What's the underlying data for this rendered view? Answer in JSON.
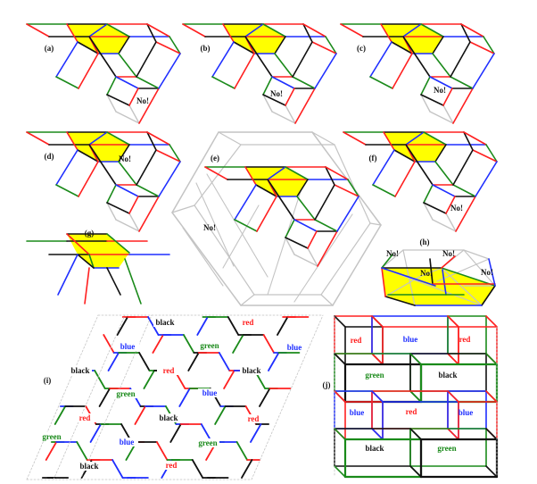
{
  "colors": {
    "red": "#ff2020",
    "green": "#1a8a1a",
    "blue": "#1f2fff",
    "black": "#111111",
    "yellow": "#ffff00",
    "gray": "#c4c4c4"
  },
  "panels": {
    "a": {
      "label": "(a)",
      "warning": "No!"
    },
    "b": {
      "label": "(b)",
      "warning": "No!"
    },
    "c": {
      "label": "(c)",
      "warning": "No!"
    },
    "d": {
      "label": "(d)",
      "warning": "No!"
    },
    "e": {
      "label": "(e)",
      "warning": "No!"
    },
    "f": {
      "label": "(f)",
      "warning": "No!"
    },
    "g": {
      "label": "(g)"
    },
    "h": {
      "label": "(h)",
      "warnings": [
        "No!",
        "No!",
        "No!",
        "No!"
      ]
    },
    "i": {
      "label": "(i)",
      "tiles": [
        {
          "text": "black",
          "color": "black"
        },
        {
          "text": "red",
          "color": "red"
        },
        {
          "text": "blue",
          "color": "blue"
        },
        {
          "text": "green",
          "color": "green"
        },
        {
          "text": "blue",
          "color": "blue"
        },
        {
          "text": "black",
          "color": "black"
        },
        {
          "text": "red",
          "color": "red"
        },
        {
          "text": "black",
          "color": "black"
        },
        {
          "text": "green",
          "color": "green"
        },
        {
          "text": "blue",
          "color": "blue"
        },
        {
          "text": "red",
          "color": "red"
        },
        {
          "text": "black",
          "color": "black"
        },
        {
          "text": "red",
          "color": "red"
        },
        {
          "text": "green",
          "color": "green"
        },
        {
          "text": "blue",
          "color": "blue"
        },
        {
          "text": "green",
          "color": "green"
        },
        {
          "text": "black",
          "color": "black"
        },
        {
          "text": "red",
          "color": "red"
        }
      ]
    },
    "j": {
      "label": "(j)",
      "tiles": [
        {
          "text": "red",
          "color": "red"
        },
        {
          "text": "blue",
          "color": "blue"
        },
        {
          "text": "red",
          "color": "red"
        },
        {
          "text": "green",
          "color": "green"
        },
        {
          "text": "black",
          "color": "black"
        },
        {
          "text": "blue",
          "color": "blue"
        },
        {
          "text": "red",
          "color": "red"
        },
        {
          "text": "blue",
          "color": "blue"
        },
        {
          "text": "black",
          "color": "black"
        },
        {
          "text": "green",
          "color": "green"
        }
      ]
    }
  }
}
